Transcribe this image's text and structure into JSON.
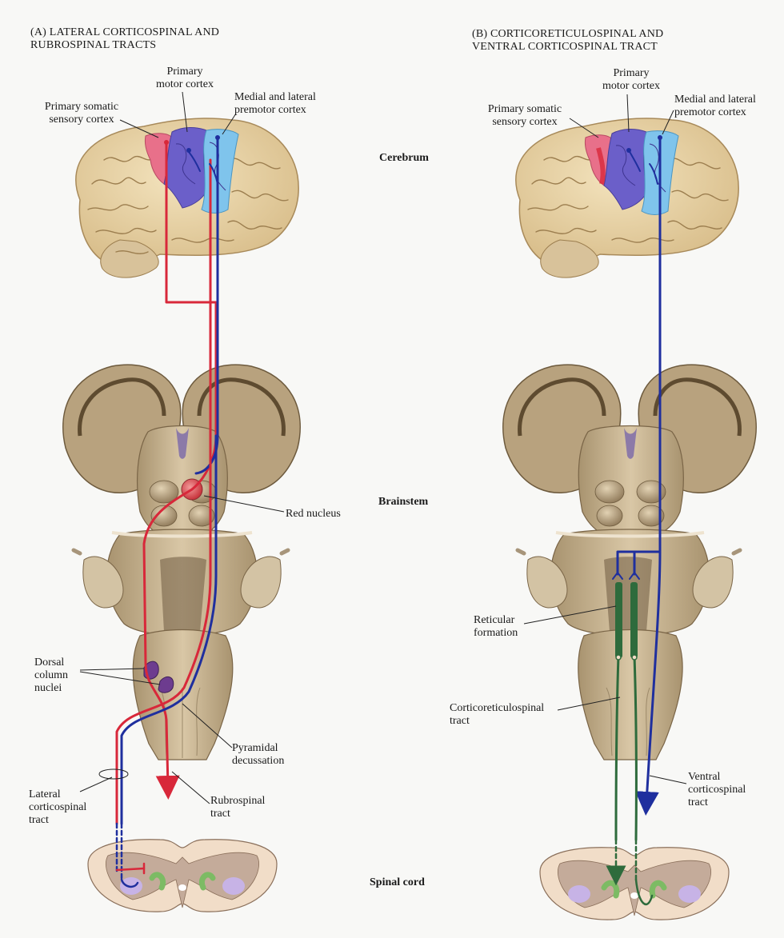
{
  "panel_a": {
    "title": "(A)  LATERAL CORTICOSPINAL AND\nRUBROSPINAL TRACTS",
    "labels": {
      "primary_somatic_sensory_cortex": "Primary somatic\nsensory cortex",
      "primary_motor_cortex": "Primary\nmotor cortex",
      "premotor_cortex": "Medial and lateral\npremotor cortex",
      "red_nucleus": "Red nucleus",
      "dorsal_column_nuclei": "Dorsal\ncolumn\nnuclei",
      "pyramidal_decussation": "Pyramidal\ndecussation",
      "lateral_corticospinal_tract": "Lateral\ncorticospinal\ntract",
      "rubrospinal_tract": "Rubrospinal\ntract"
    }
  },
  "panel_b": {
    "title": "(B)  CORTICORETICULOSPINAL AND\nVENTRAL CORTICOSPINAL TRACT",
    "labels": {
      "primary_somatic_sensory_cortex": "Primary somatic\nsensory cortex",
      "primary_motor_cortex": "Primary\nmotor cortex",
      "premotor_cortex": "Medial and lateral\npremotor cortex",
      "reticular_formation": "Reticular\nformation",
      "corticoreticulospinal_tract": "Corticoreticulospinal\ntract",
      "ventral_corticospinal_tract": "Ventral\ncorticospinal\ntract"
    }
  },
  "regions": {
    "cerebrum": "Cerebrum",
    "brainstem": "Brainstem",
    "spinal_cord": "Spinal cord"
  },
  "colors": {
    "page": "#f8f8f6",
    "brain": "#e9d5a8",
    "brain_sulcus": "#9c7e4f",
    "brainstem": "#c9b594",
    "brainstem_dark": "#8a7556",
    "sensory_cortex": "#e8708a",
    "motor_cortex": "#6b5fc9",
    "premotor_cortex": "#7fc4ec",
    "tract_red": "#d8283a",
    "tract_blue": "#1f2f9e",
    "tract_green": "#2e6b3c",
    "spinal_gray": "#c4ab9a",
    "spinal_white": "#f1ddc8",
    "motor_horn": "#c7b3e6",
    "interneuron_green": "#7cbb64"
  }
}
